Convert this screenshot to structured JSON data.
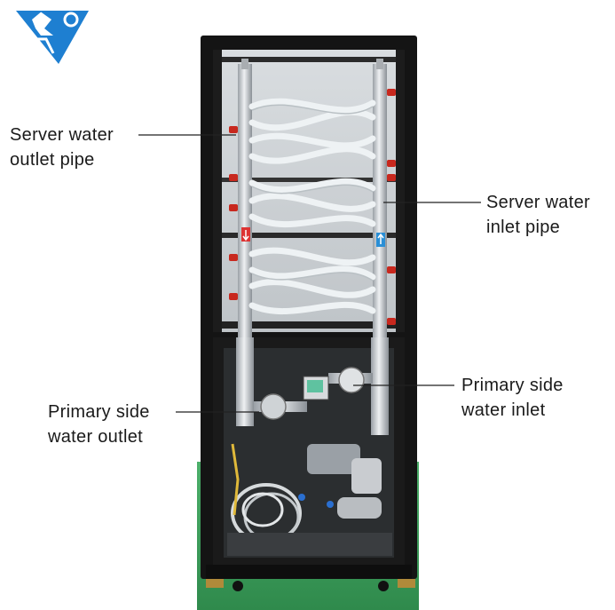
{
  "brand": {
    "logo_color": "#1e7fd1"
  },
  "annotations": {
    "server_outlet": {
      "line1": "Server water",
      "line2": "outlet pipe"
    },
    "server_inlet": {
      "line1": "Server water",
      "line2": "inlet pipe"
    },
    "primary_outlet": {
      "line1": "Primary side",
      "line2": "water outlet"
    },
    "primary_inlet": {
      "line1": "Primary side",
      "line2": "water inlet"
    }
  },
  "colors": {
    "cabinet_frame": "#141414",
    "hose": "#eef2f4",
    "valve_red": "#c8281e",
    "floor_green": "#3aa05a",
    "steel": "#c9ccd0"
  }
}
